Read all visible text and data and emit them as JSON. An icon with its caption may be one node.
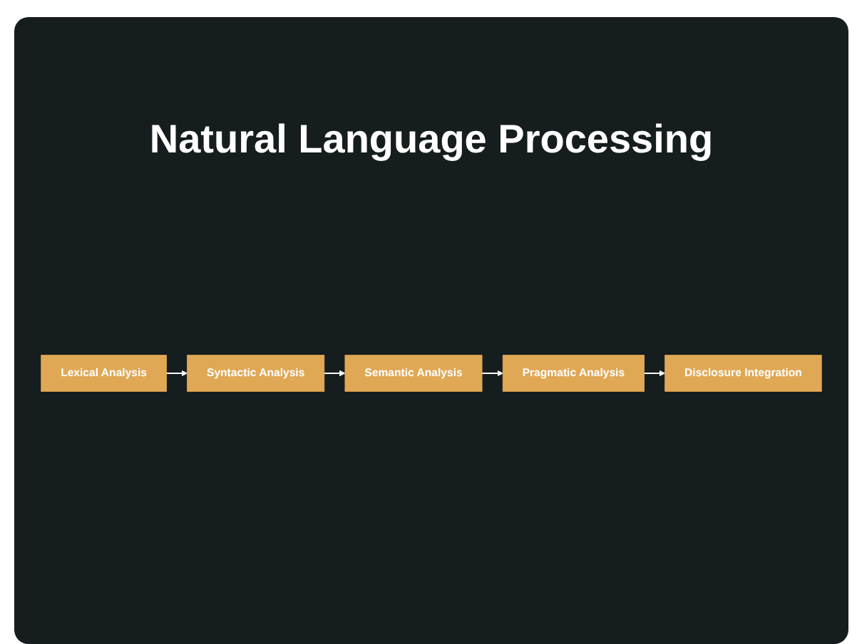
{
  "diagram": {
    "title": "Natural Language Processing",
    "nodes": [
      {
        "text": [
          "Lexical Analysis"
        ]
      },
      {
        "text": [
          "Syntactic Analysis"
        ]
      },
      {
        "text": [
          "Semantic Analysis"
        ]
      },
      {
        "text": [
          "Pragmatic Analysis"
        ]
      },
      {
        "text": [
          "Disclosure Integration"
        ]
      }
    ],
    "edges": [
      {
        "from": 0,
        "to": 1,
        "arrow": "to"
      },
      {
        "from": 1,
        "to": 2,
        "arrow": "to"
      },
      {
        "from": 2,
        "to": 3,
        "arrow": "to"
      },
      {
        "from": 3,
        "to": 4,
        "arrow": "to"
      }
    ]
  }
}
